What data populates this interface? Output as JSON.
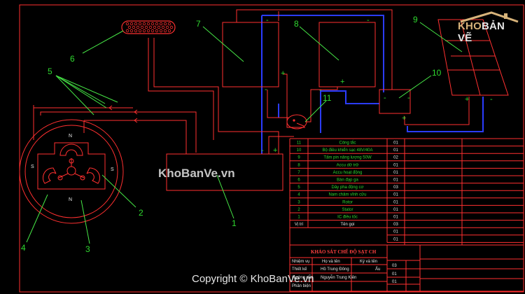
{
  "colors": {
    "wire_red": "#ff3030",
    "wire_blue": "#2b3cff",
    "label_green": "#2fd92f",
    "leader_green": "#46e646",
    "text_white": "#e6e6e6",
    "logo_gold": "#d7b37a"
  },
  "logo": {
    "brand_part1": "KHO",
    "brand_part2": "BẢN VẼ",
    "icon": "house-roof-icon"
  },
  "watermark": "KhoBanVe.vn",
  "copyright": "Copyright © KhoBanVe.vn",
  "part_numbers": {
    "p1": "1",
    "p2": "2",
    "p3": "3",
    "p4": "4",
    "p5": "5",
    "p6": "6",
    "p7": "7",
    "p8": "8",
    "p9": "9",
    "p10": "10",
    "p11": "11"
  },
  "poles": {
    "north_top": "N",
    "north_bottom": "N",
    "south_left": "S",
    "south_right": "S"
  },
  "terminals": {
    "plus": "+",
    "minus": "-"
  },
  "parts_table": {
    "rows": [
      {
        "no": "11",
        "name": "Công tắc",
        "qty": "01"
      },
      {
        "no": "10",
        "name": "Bộ điều khiển sạc 48V/40A",
        "qty": "01"
      },
      {
        "no": "9",
        "name": "Tấm pin năng lượng 50W",
        "qty": "02"
      },
      {
        "no": "8",
        "name": "Accu dữ trữ",
        "qty": "01"
      },
      {
        "no": "7",
        "name": "Accu hoạt động",
        "qty": "01"
      },
      {
        "no": "6",
        "name": "Bàn đạp ga",
        "qty": "01"
      },
      {
        "no": "5",
        "name": "Dây pha động cơ",
        "qty": "03"
      },
      {
        "no": "4",
        "name": "Nam châm vĩnh cửu",
        "qty": "01"
      },
      {
        "no": "3",
        "name": "Rotor",
        "qty": "01"
      },
      {
        "no": "2",
        "name": "Stator",
        "qty": "01"
      },
      {
        "no": "1",
        "name": "IC điều tốc",
        "qty": "01"
      },
      {
        "no": "Vị trí",
        "name": "Tên gọi",
        "qty": "03"
      }
    ],
    "extra_qty": [
      "01",
      "01"
    ],
    "title": "KHẢO SÁT CHẾ ĐỘ SẠT CH",
    "signature": {
      "headers": [
        "Nhiệm vụ",
        "Họ và tên",
        "Ký và tên"
      ],
      "rows": [
        {
          "role": "Thiết kế",
          "name": "Hồ Trung Đông",
          "sign": "Ấu"
        },
        {
          "role": "Hướng dẫn",
          "name": "Nguyễn Trung Kiên",
          "sign": ""
        },
        {
          "role": "Phản biện",
          "name": "",
          "sign": ""
        }
      ],
      "right_qty": [
        "03",
        "01",
        "01"
      ]
    }
  }
}
